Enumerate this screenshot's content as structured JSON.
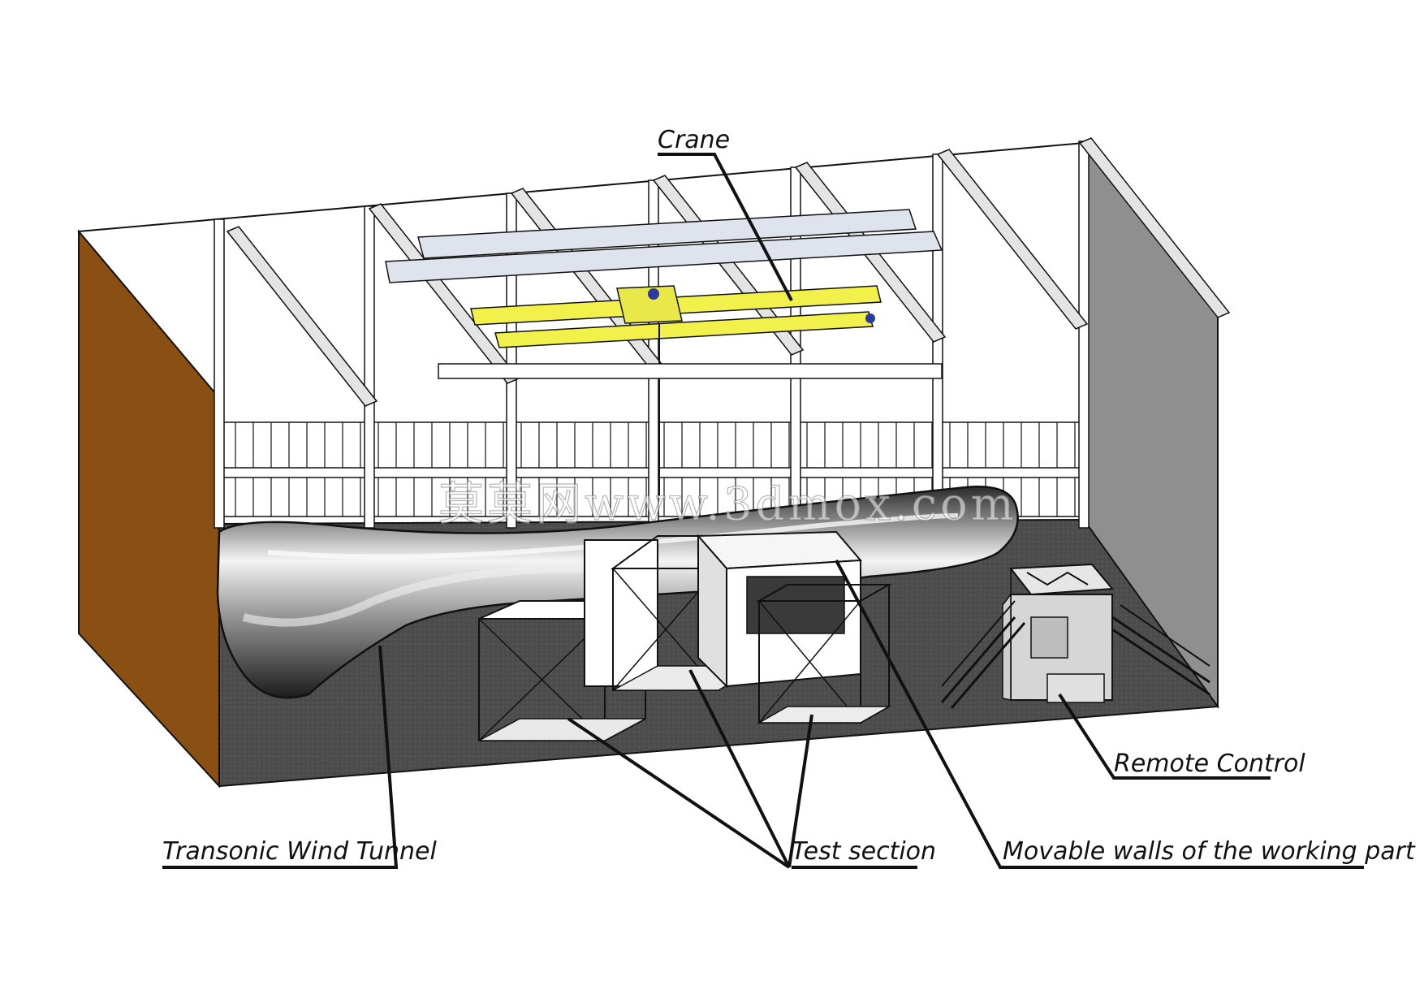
{
  "labels": {
    "crane": "Crane",
    "remote_control": "Remote Control",
    "transonic_wind_tunnel": "Transonic Wind Tunnel",
    "test_section": "Test section",
    "movable_walls": "Movable walls of the working part"
  },
  "watermark": "莫莫网www.3dmox.com",
  "colors": {
    "side_wall": "#8a4f12",
    "floor": "#4a4a4a",
    "right_wall": "#8f8f8f",
    "crane_beam": "#f2f04a",
    "tunnel": "#6f6f6f",
    "structure": "#ffffff",
    "line": "#111111"
  }
}
